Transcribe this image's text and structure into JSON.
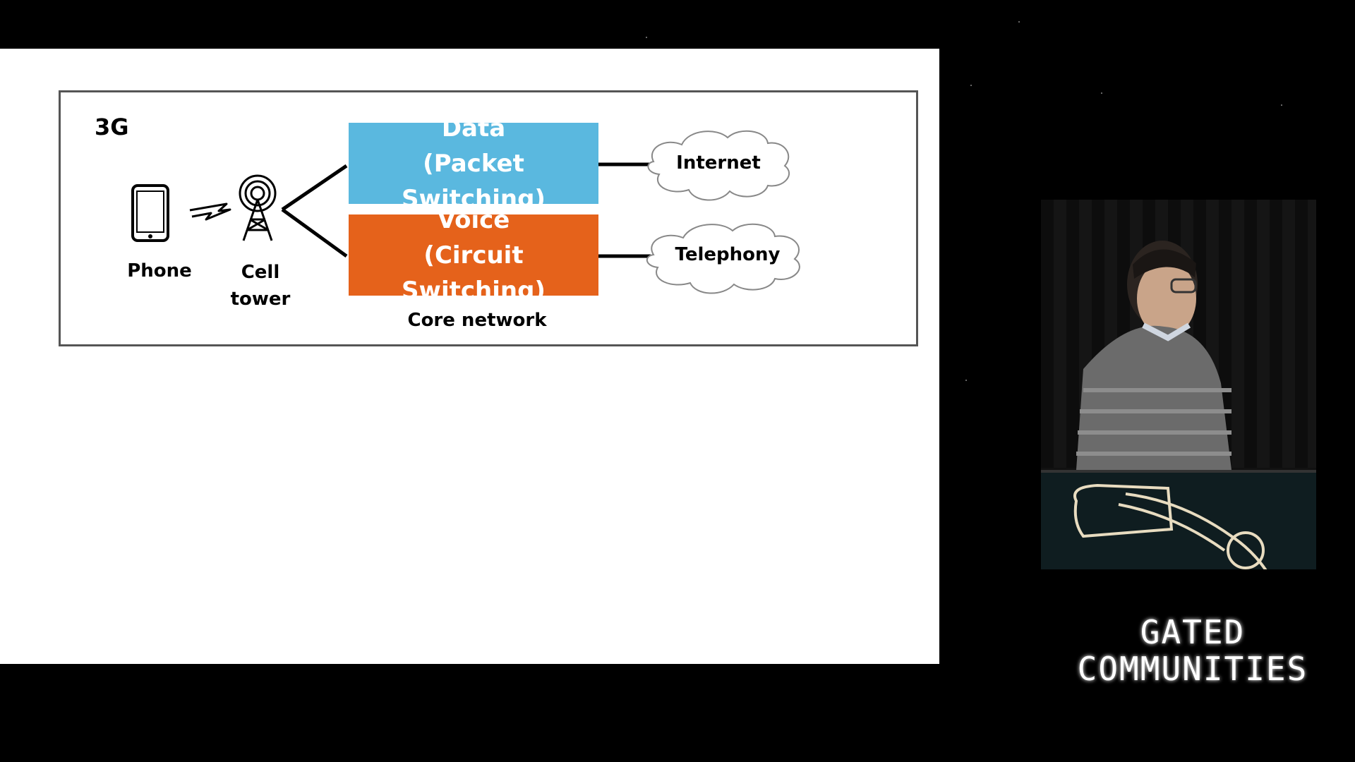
{
  "slide": {
    "generation": "3G",
    "phone_label": "Phone",
    "tower_label_line1": "Cell",
    "tower_label_line2": "tower",
    "data_box": {
      "line1": "Data",
      "line2": "(Packet Switching)",
      "color": "#5ab8df"
    },
    "voice_box": {
      "line1": "Voice",
      "line2": "(Circuit Switching)",
      "color": "#e5621b"
    },
    "core_label": "Core network",
    "internet_label": "Internet",
    "telephony_label": "Telephony"
  },
  "logo": {
    "line1": "GATED",
    "line2": "COMMUNITIES"
  }
}
